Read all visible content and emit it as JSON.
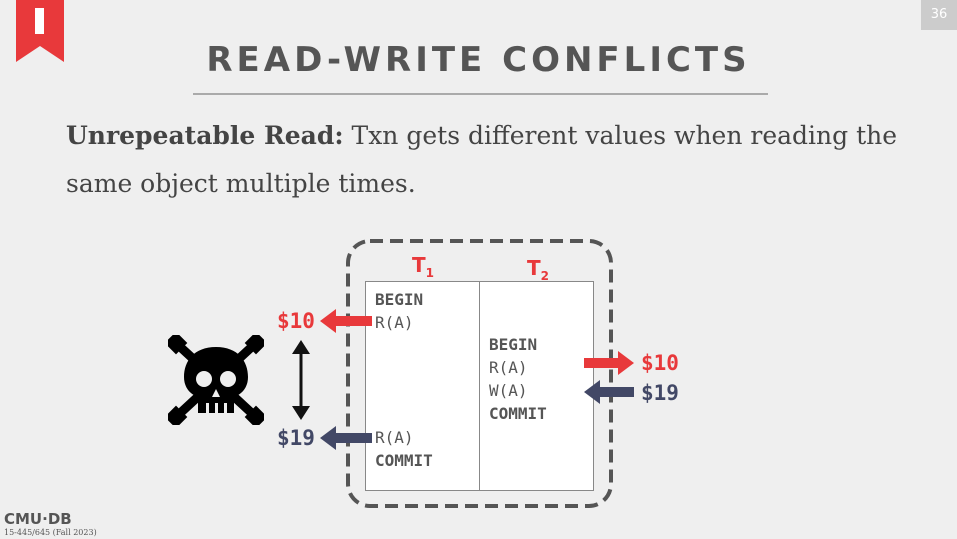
{
  "slide": {
    "number": "36",
    "title": "READ-WRITE CONFLICTS",
    "term": "Unrepeatable Read:",
    "definition": " Txn gets different values when reading the same object multiple times."
  },
  "schedule": {
    "t1_label": "T",
    "t1_sub": "1",
    "t2_label": "T",
    "t2_sub": "2",
    "t1_ops": [
      "BEGIN",
      "R(A)",
      "R(A)",
      "COMMIT"
    ],
    "t2_ops": [
      "BEGIN",
      "R(A)",
      "W(A)",
      "COMMIT"
    ],
    "values": {
      "t1_first_read": "$10",
      "t1_second_read": "$19",
      "t2_read": "$10",
      "t2_write": "$19"
    }
  },
  "colors": {
    "red": "#e8393b",
    "navy": "#424866"
  },
  "footer": {
    "logo": "CMU·DB",
    "course": "15-445/645 (Fall 2023)"
  }
}
